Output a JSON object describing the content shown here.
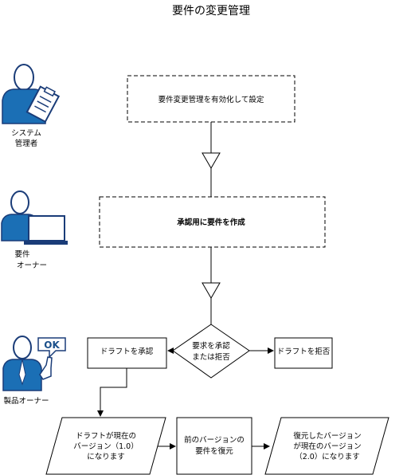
{
  "title": "要件の変更管理",
  "actors": {
    "sysadmin": {
      "line1": "システム",
      "line2": "管理者"
    },
    "req_owner": {
      "line1": "要件",
      "line2": "オーナー"
    },
    "product_owner": {
      "line1": "製品オーナー"
    },
    "ok_badge": "OK"
  },
  "steps": {
    "enable": "要件変更管理を有効化して設定",
    "create": "承認用に要件を作成",
    "decision_line1": "要求を承認",
    "decision_line2": "または拒否",
    "approve": "ドラフトを承認",
    "reject": "ドラフトを拒否",
    "current_line1": "ドラフトが現在の",
    "current_line2": "バージョン（1.0）",
    "current_line3": "になります",
    "restore_line1": "前のバージョンの",
    "restore_line2": "要件を復元",
    "restored_line1": "復元したバージョン",
    "restored_line2": "が現在のバージョン",
    "restored_line3": "（2.0）になります"
  },
  "colors": {
    "actor_blue": "#1b6fb5",
    "actor_dark": "#1a3c78",
    "line": "#000000"
  }
}
